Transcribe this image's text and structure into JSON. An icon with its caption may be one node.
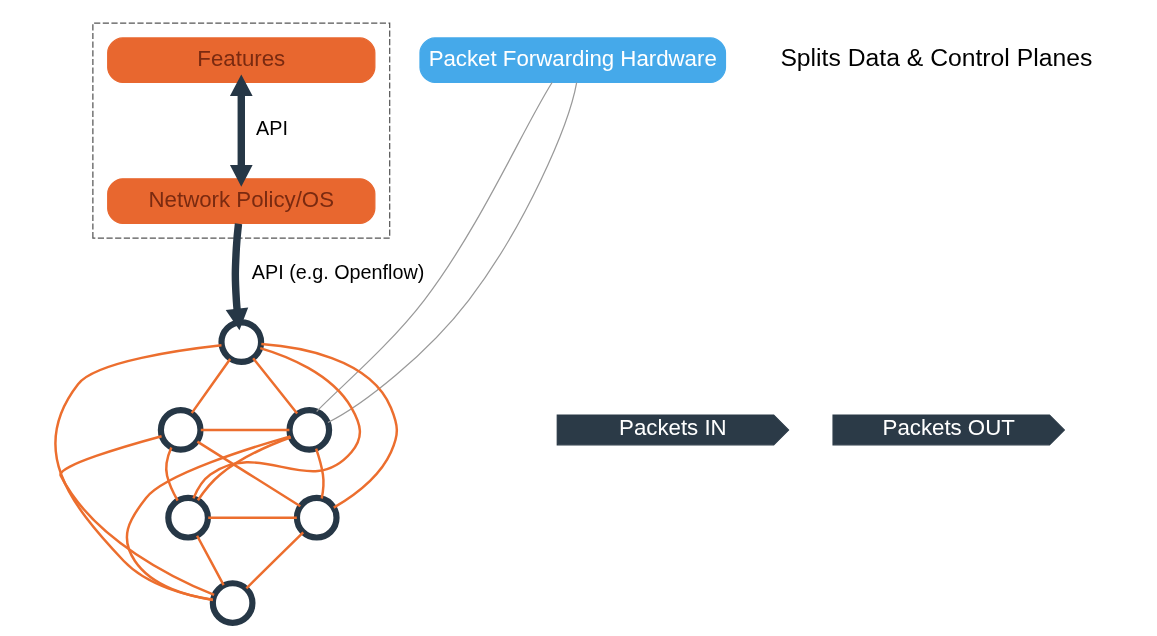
{
  "diagram": {
    "nodes": [
      {
        "text": [],
        "shape": "box"
      },
      {
        "text": [
          "Features"
        ],
        "in": 0
      },
      {
        "text": [
          "Network Policy/OS"
        ],
        "in": 0
      },
      {
        "text": [
          "Packet Forwarding Hardware"
        ]
      },
      {
        "text": [
          "Packets IN"
        ]
      },
      {
        "text": [
          "Packets OUT"
        ]
      },
      {
        "text": [],
        "shape": "circle"
      },
      {
        "text": [],
        "shape": "circle"
      },
      {
        "text": [],
        "shape": "circle"
      },
      {
        "text": [],
        "shape": "circle"
      },
      {
        "text": [],
        "shape": "circle"
      },
      {
        "text": [],
        "shape": "circle"
      }
    ],
    "edges": [
      {
        "from": 1,
        "to": 2,
        "arrow": "both",
        "label": "API",
        "style": "thick",
        "color": "#263746"
      },
      {
        "from": 2,
        "to": 6,
        "arrow": "to",
        "label": "API (e.g. Openflow)",
        "style": "thick",
        "color": "#263746"
      },
      {
        "from": 3,
        "to": 7,
        "arrow": "none",
        "color": "#999999"
      },
      {
        "from": 3,
        "to": 7,
        "arrow": "none",
        "color": "#999999"
      },
      {
        "from": 6,
        "to": 7,
        "arrow": "none"
      },
      {
        "from": 6,
        "to": 8,
        "arrow": "none"
      },
      {
        "from": 6,
        "to": 9,
        "arrow": "none"
      },
      {
        "from": 6,
        "to": 10,
        "arrow": "none"
      },
      {
        "from": 6,
        "to": 11,
        "arrow": "none"
      },
      {
        "from": 7,
        "to": 8,
        "arrow": "none"
      },
      {
        "from": 7,
        "to": 9,
        "arrow": "none"
      },
      {
        "from": 7,
        "to": 10,
        "arrow": "none"
      },
      {
        "from": 7,
        "to": 11,
        "arrow": "none"
      },
      {
        "from": 8,
        "to": 9,
        "arrow": "none"
      },
      {
        "from": 8,
        "to": 10,
        "arrow": "none"
      },
      {
        "from": 8,
        "to": 11,
        "arrow": "none"
      },
      {
        "from": 9,
        "to": 10,
        "arrow": "none"
      },
      {
        "from": 9,
        "to": 11,
        "arrow": "none"
      },
      {
        "from": 10,
        "to": 11,
        "arrow": "none"
      }
    ],
    "labels": [
      "Splits Data & Control Planes"
    ]
  }
}
